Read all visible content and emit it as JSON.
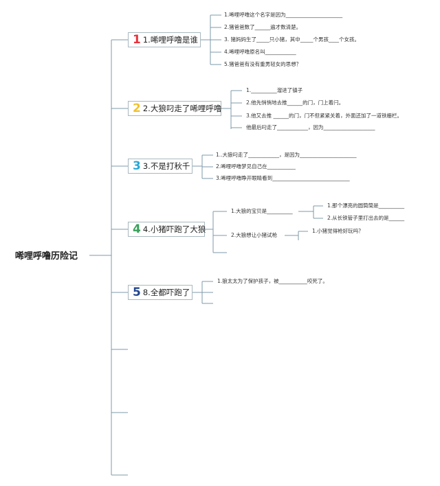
{
  "root": {
    "label": "唏哩呼噜历险记"
  },
  "colors": {
    "line": "#7e9aa8",
    "box_border": "#a8b8bf"
  },
  "branches": [
    {
      "number": "1",
      "number_color": "#e8333c",
      "label": "1.唏哩呼噜是谁",
      "items": [
        "1.唏哩呼噜这个名字是因为______________________",
        "2.猪爸爸数了______遍才数清楚。",
        "3. 猪妈妈生了_____只小猪，其中_____个男孩____个女孩。",
        "4.唏哩呼噜原名叫____________",
        "5.猪爸爸有没有重男轻女的思想？"
      ]
    },
    {
      "number": "2",
      "number_color": "#f2c12e",
      "label": "2.大狼叼走了唏哩呼噜",
      "items": [
        "1.__________溜进了镇子",
        "2.他先悄悄地去推______的门，门上着闩。",
        "3.他又去推 ______的门，门不但紧紧关着，外面还加了一道铁栅栏。",
        "他最后叼走了____________，因为____________________"
      ]
    },
    {
      "number": "3",
      "number_color": "#2aa7d6",
      "label": "3.不是打秋千",
      "items": [
        "1..大狼叼走了____________，是因为______________________",
        "2.唏哩呼噜梦见自己在___________",
        "3.唏哩呼噜睁开眼睛看到______________________________"
      ]
    },
    {
      "number": "4",
      "number_color": "#3aa05c",
      "label": "4.小猪吓跑了大狼",
      "items": [
        {
          "text": "1.大狼的宝贝是__________",
          "children": [
            "1.那个漂亮的圆筒筒是__________",
            "2.从长铁管子里打出去的是______"
          ]
        },
        {
          "text": "2.大狼想让小猪试枪",
          "children": [
            "1.小猪觉得枪好玩吗？"
          ]
        }
      ]
    },
    {
      "number": "5",
      "number_color": "#23468f",
      "label": "8.全都吓跑了",
      "items": [
        "1.狼太太为了保护孩子，被___________咬死了。"
      ]
    }
  ]
}
